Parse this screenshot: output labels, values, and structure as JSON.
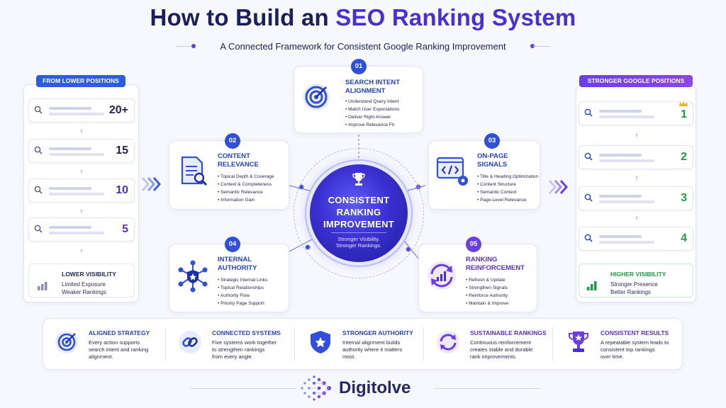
{
  "header": {
    "title_prefix": "How to Build an ",
    "title_accent": "SEO Ranking System",
    "subtitle": "A Connected Framework for Consistent Google Ranking Improvement"
  },
  "left_panel": {
    "label": "FROM LOWER POSITIONS",
    "ranks": [
      "20+",
      "15",
      "10",
      "5"
    ],
    "visibility": {
      "title": "LOWER VISIBILITY",
      "lines": [
        "Limited Exposure",
        "Weaker Rankings"
      ]
    }
  },
  "right_panel": {
    "label": "STRONGER GOOGLE POSITIONS",
    "ranks": [
      "1",
      "2",
      "3",
      "4"
    ],
    "visibility": {
      "title": "HIGHER VISIBILITY",
      "lines": [
        "Stronger Presence",
        "Better Rankings"
      ]
    }
  },
  "center": {
    "title_lines": [
      "CONSISTENT",
      "RANKING",
      "IMPROVEMENT"
    ],
    "sub_lines": [
      "Stronger Visibility.",
      "Stronger Rankings."
    ]
  },
  "nodes": [
    {
      "num": "01",
      "title": [
        "SEARCH INTENT",
        "ALIGNMENT"
      ],
      "bullets": [
        "Understand Query Intent",
        "Match User Expectations",
        "Deliver Right Answer",
        "Improve Relevance Fit"
      ],
      "icon": "target-icon"
    },
    {
      "num": "02",
      "title": [
        "CONTENT",
        "RELEVANCE"
      ],
      "bullets": [
        "Topical Depth & Coverage",
        "Context & Completeness",
        "Semantic Relevance",
        "Information Gain"
      ],
      "icon": "document-search-icon"
    },
    {
      "num": "03",
      "title": [
        "ON-PAGE",
        "SIGNALS"
      ],
      "bullets": [
        "Title & Heading Optimization",
        "Content Structure",
        "Semantic Context",
        "Page-Level Relevance"
      ],
      "icon": "code-window-icon"
    },
    {
      "num": "04",
      "title": [
        "INTERNAL",
        "AUTHORITY"
      ],
      "bullets": [
        "Strategic Internal Links",
        "Topical Relationships",
        "Authority Flow",
        "Priority Page Support"
      ],
      "icon": "network-icon"
    },
    {
      "num": "05",
      "title": [
        "RANKING",
        "REINFORCEMENT"
      ],
      "bullets": [
        "Refresh & Update",
        "Strengthen Signals",
        "Reinforce Authority",
        "Maintain & Improve"
      ],
      "icon": "refresh-chart-icon"
    }
  ],
  "benefits": [
    {
      "title": "ALIGNED STRATEGY",
      "lines": [
        "Every action supports",
        "search intent and ranking",
        "alignment."
      ],
      "icon": "target-icon"
    },
    {
      "title": "CONNECTED SYSTEMS",
      "lines": [
        "Five systems work together",
        "to strengthen rankings",
        "from every angle."
      ],
      "icon": "link-icon"
    },
    {
      "title": "STRONGER AUTHORITY",
      "lines": [
        "Internal alignment builds",
        "authority where it matters",
        "most."
      ],
      "icon": "shield-icon"
    },
    {
      "title": "SUSTAINABLE RANKINGS",
      "lines": [
        "Continuous reinforcement",
        "creates stable and durable",
        "rank improvements."
      ],
      "icon": "cycle-icon"
    },
    {
      "title": "CONSISTENT RESULTS",
      "lines": [
        "A repeatable system leads to",
        "consistent top rankings",
        "over time."
      ],
      "icon": "trophy-icon"
    }
  ],
  "brand": {
    "name": "Digitolve"
  },
  "colors": {
    "blue": "#2f4fdc",
    "purple": "#6b3de4",
    "green": "#1e9b45",
    "navy": "#1b1f5e"
  }
}
